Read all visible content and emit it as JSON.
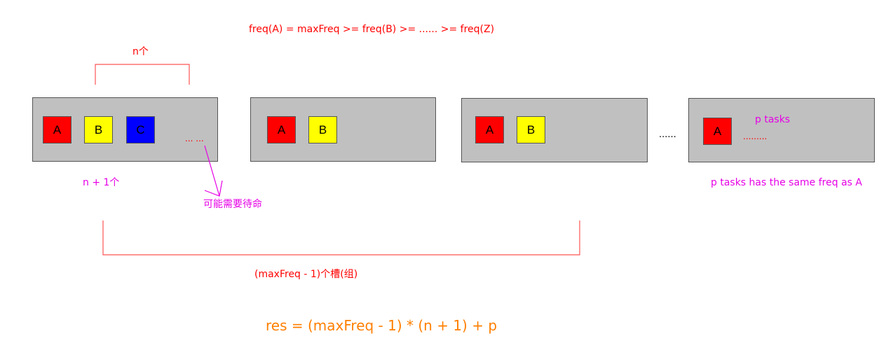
{
  "formula_top": "freq(A)  = maxFreq >= freq(B) >= ...... >= freq(Z)",
  "n_label": "n个",
  "n_plus_one_label": "n + 1个",
  "idle_label": "可能需要待命",
  "slots_label": "(maxFreq - 1)个槽(组)",
  "result_formula": "res = (maxFreq - 1) * (n + 1)  + p",
  "between_groups_ellipsis": "......",
  "groups": [
    {
      "tasks": [
        "A",
        "B",
        "C"
      ],
      "trailing": "...  ..."
    },
    {
      "tasks": [
        "A",
        "B"
      ]
    },
    {
      "tasks": [
        "A",
        "B"
      ]
    },
    {
      "tasks": [
        "A"
      ],
      "trailing": ".........",
      "note": "p tasks"
    }
  ],
  "p_tasks_caption": "p tasks has the same freq as A",
  "colors": {
    "task_A": "#ff0000",
    "task_B": "#ffff00",
    "task_C": "#0000ff",
    "group_bg": "#c0c0c0",
    "annotation_red": "#ff0000",
    "annotation_magenta": "#e600e6",
    "formula_orange": "#ff7f00"
  }
}
